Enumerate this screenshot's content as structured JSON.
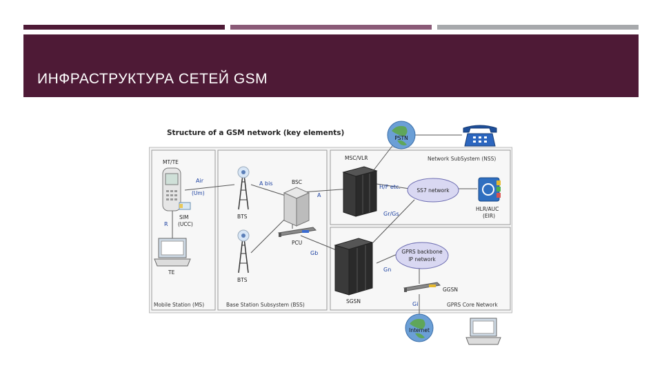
{
  "slide": {
    "title": "ИНФРАСТРУКТУРА СЕТЕЙ GSM",
    "colors": {
      "banner": "#4e1a36",
      "bar_mid": "#8a5a77",
      "bar_gray": "#a7a9ac"
    }
  },
  "diagram": {
    "title": "Structure of a GSM network (key elements)",
    "subsystems": {
      "ms": "Mobile Station (MS)",
      "bss": "Base Station Subsystem (BSS)",
      "nss": "Network SubSystem (NSS)",
      "gprs": "GPRS Core Network"
    },
    "nodes": {
      "mt": "MT/TE",
      "sim": "SIM",
      "sim_ucc": "(UCC)",
      "te": "TE",
      "bts1": "BTS",
      "bts2": "BTS",
      "bsc": "BSC",
      "pcu": "PCU",
      "msc": "MSC/VLR",
      "ss7": "SS7 network",
      "hlr": "HLR/AUC",
      "eir": "(EIR)",
      "gprs_bb1": "GPRS backbone",
      "gprs_bb2": "IP network",
      "ggsn": "GGSN",
      "sgsn": "SGSN",
      "pstn": "PSTN",
      "internet": "Internet"
    },
    "interfaces": {
      "air": "Air",
      "air2": "(Um)",
      "r": "R",
      "abis": "A bis",
      "a": "A",
      "hpetc": "H/F etc.",
      "grgs": "Gr/Gs",
      "gb": "Gb",
      "gn": "Gn",
      "gi": "Gi"
    },
    "icons": [
      "mobile-phone-icon",
      "laptop-icon",
      "antenna-tower-icon",
      "server-icon",
      "server-rack-icon",
      "globe-icon",
      "telephone-icon",
      "address-book-icon",
      "router-icon"
    ]
  }
}
